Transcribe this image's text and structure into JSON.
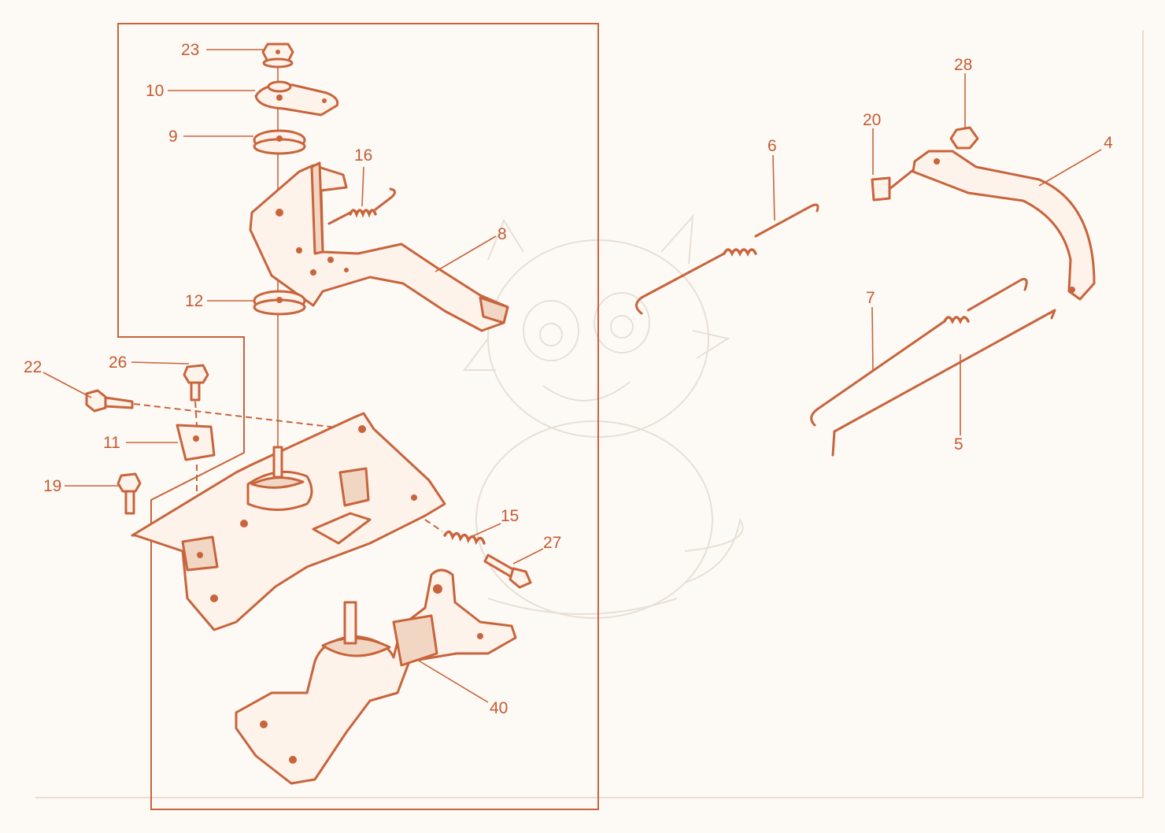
{
  "diagram": {
    "callouts": {
      "c23": "23",
      "c10": "10",
      "c9": "9",
      "c16": "16",
      "c8": "8",
      "c12": "12",
      "c22": "22",
      "c26": "26",
      "c11": "11",
      "c19": "19",
      "c15": "15",
      "c27": "27",
      "c40": "40",
      "c6": "6",
      "c28": "28",
      "c20": "20",
      "c4": "4",
      "c7": "7",
      "c5": "5"
    },
    "colors": {
      "line": "#c8643c",
      "text": "#c55a32",
      "background": "#fdfaf6"
    },
    "watermark": "dragon-mascot"
  }
}
